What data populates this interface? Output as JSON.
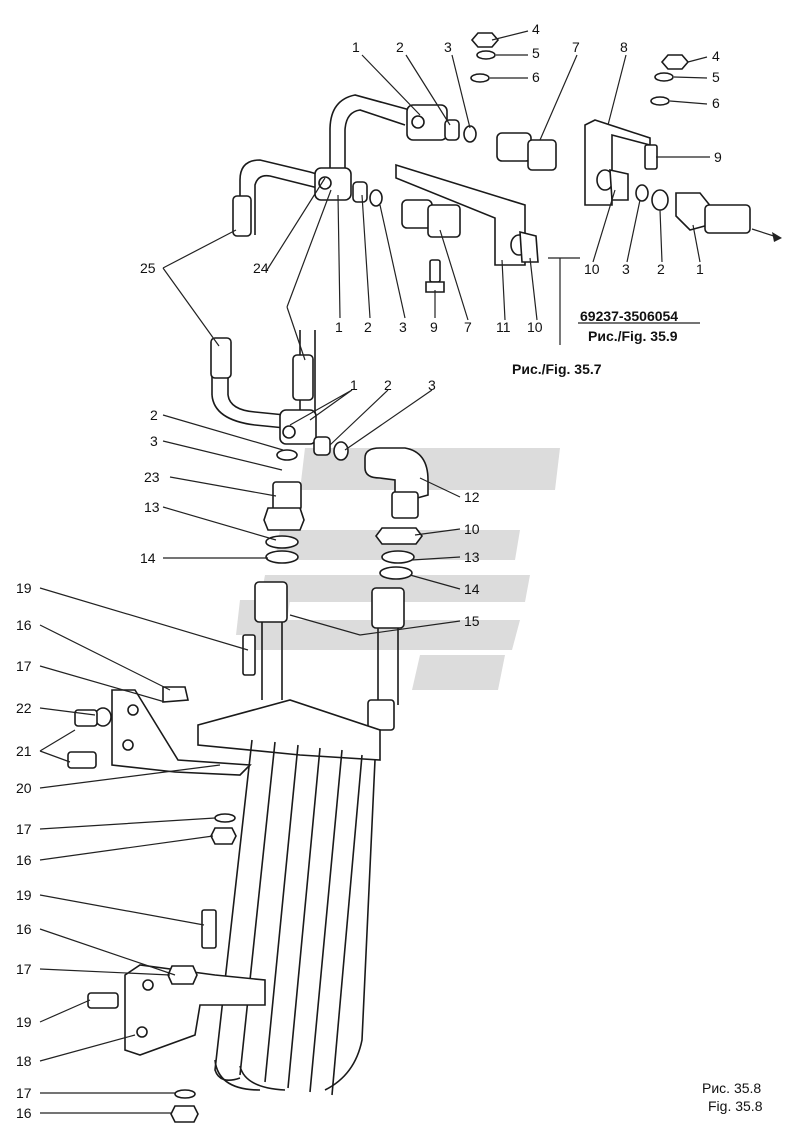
{
  "callouts": [
    {
      "label": "1"
    },
    {
      "label": "2"
    },
    {
      "label": "3"
    },
    {
      "label": "4"
    },
    {
      "label": "5"
    },
    {
      "label": "6"
    },
    {
      "label": "7"
    },
    {
      "label": "8"
    },
    {
      "label": "4"
    },
    {
      "label": "5"
    },
    {
      "label": "6"
    },
    {
      "label": "9"
    },
    {
      "label": "25"
    },
    {
      "label": "24"
    },
    {
      "label": "1"
    },
    {
      "label": "2"
    },
    {
      "label": "3"
    },
    {
      "label": "9"
    },
    {
      "label": "7"
    },
    {
      "label": "11"
    },
    {
      "label": "10"
    },
    {
      "label": "10"
    },
    {
      "label": "3"
    },
    {
      "label": "2"
    },
    {
      "label": "1"
    },
    {
      "label": "1"
    },
    {
      "label": "2"
    },
    {
      "label": "3"
    },
    {
      "label": "2"
    },
    {
      "label": "3"
    },
    {
      "label": "23"
    },
    {
      "label": "12"
    },
    {
      "label": "13"
    },
    {
      "label": "10"
    },
    {
      "label": "14"
    },
    {
      "label": "13"
    },
    {
      "label": "14"
    },
    {
      "label": "19"
    },
    {
      "label": "15"
    },
    {
      "label": "16"
    },
    {
      "label": "17"
    },
    {
      "label": "22"
    },
    {
      "label": "21"
    },
    {
      "label": "20"
    },
    {
      "label": "17"
    },
    {
      "label": "16"
    },
    {
      "label": "19"
    },
    {
      "label": "16"
    },
    {
      "label": "17"
    },
    {
      "label": "19"
    },
    {
      "label": "18"
    },
    {
      "label": "17"
    },
    {
      "label": "16"
    }
  ],
  "reference": {
    "part_number": "69237-3506054",
    "fig_ref_upper": "Рис./Fig. 35.9",
    "fig_ref_lower": "Рис./Fig. 35.7"
  },
  "caption": {
    "line1": "Рис. 35.8",
    "line2": "Fig. 35.8"
  }
}
